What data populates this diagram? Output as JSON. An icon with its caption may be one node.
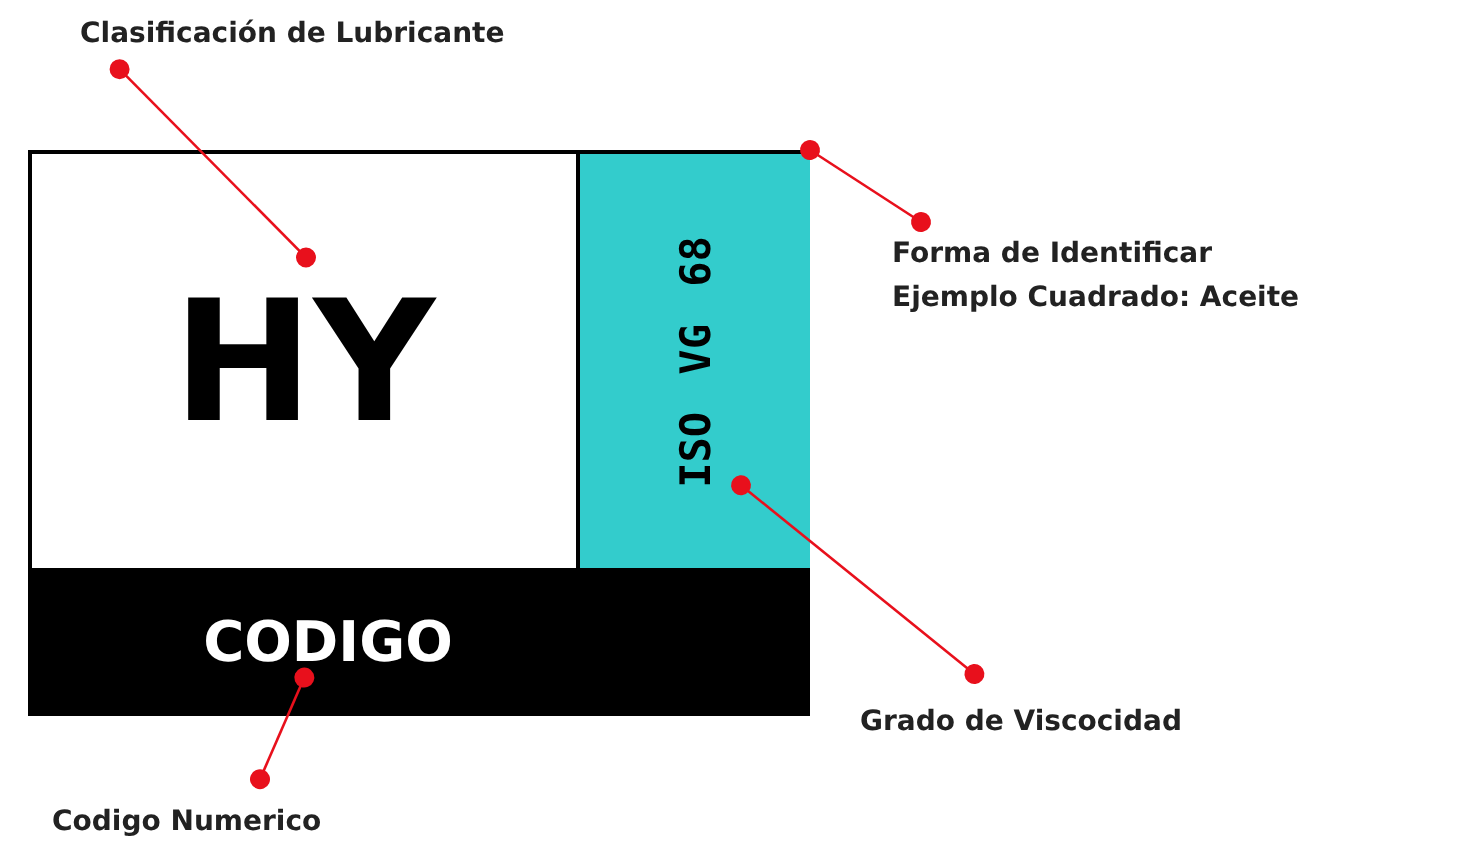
{
  "diagram": {
    "nodes": [
      {
        "text": [],
        "shape": "box"
      },
      {
        "text": [
          "HY"
        ],
        "in": 0
      },
      {
        "text": [
          "ISO VG 68"
        ],
        "in": 0
      },
      {
        "text": [
          "CODIGO"
        ],
        "in": 0
      },
      {
        "text": [
          "Clasificación de Lubricante"
        ]
      },
      {
        "text": [
          "Forma de Identificar",
          "Ejemplo Cuadrado: Aceite"
        ]
      },
      {
        "text": [
          "Grado de Viscocidad"
        ]
      },
      {
        "text": [
          "Codigo Numerico"
        ]
      }
    ],
    "edges": [
      {
        "from": 4,
        "to": 1,
        "arrow": "other",
        "color": "#e8101c"
      },
      {
        "from": 5,
        "to": 0,
        "arrow": "other",
        "color": "#e8101c"
      },
      {
        "from": 6,
        "to": 2,
        "arrow": "other",
        "color": "#e8101c"
      },
      {
        "from": 7,
        "to": 3,
        "arrow": "other",
        "color": "#e8101c"
      }
    ]
  }
}
